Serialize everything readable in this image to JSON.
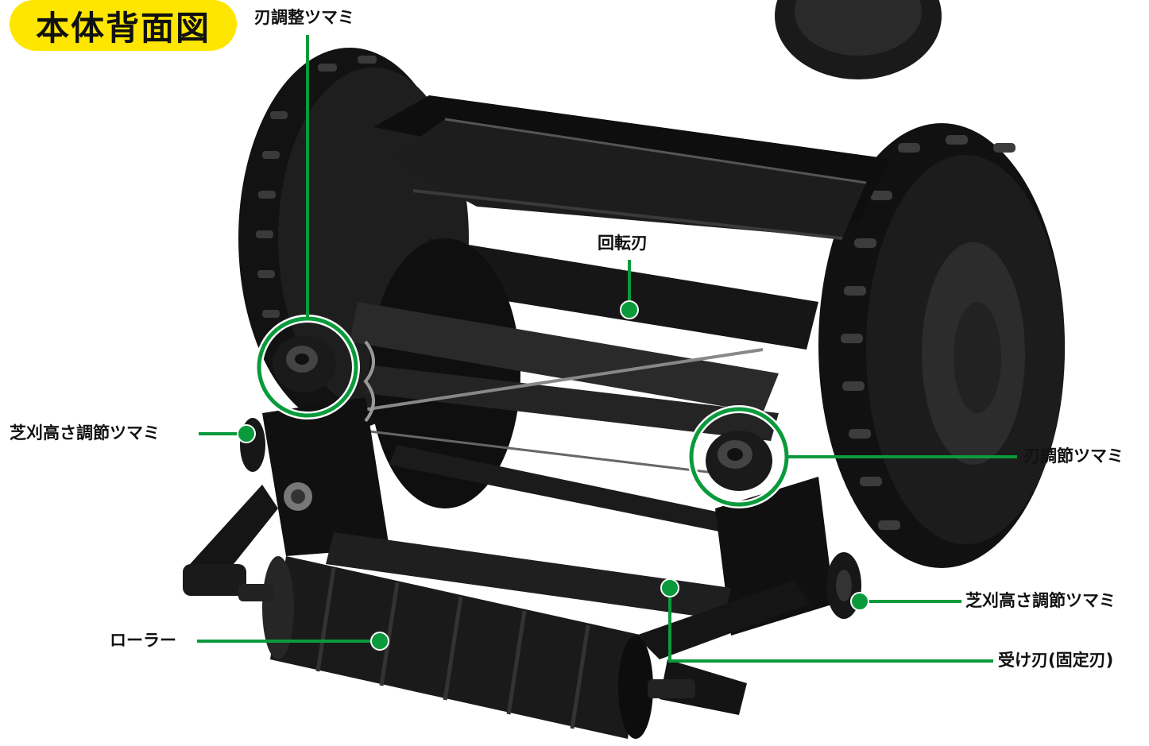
{
  "title": "本体背面図",
  "colors": {
    "accent": "#0a9a3c",
    "title_bg": "#ffe600",
    "machine": "#141414"
  },
  "callouts": {
    "blade_adjust_knob_top": "刃調整ツマミ",
    "rotary_blade": "回転刃",
    "mow_height_knob_left": "芝刈高さ調節ツマミ",
    "blade_adjust_knob_right": "刃調節ツマミ",
    "mow_height_knob_right": "芝刈高さ調節ツマミ",
    "roller": "ローラー",
    "fixed_blade": "受け刃(固定刃)"
  }
}
